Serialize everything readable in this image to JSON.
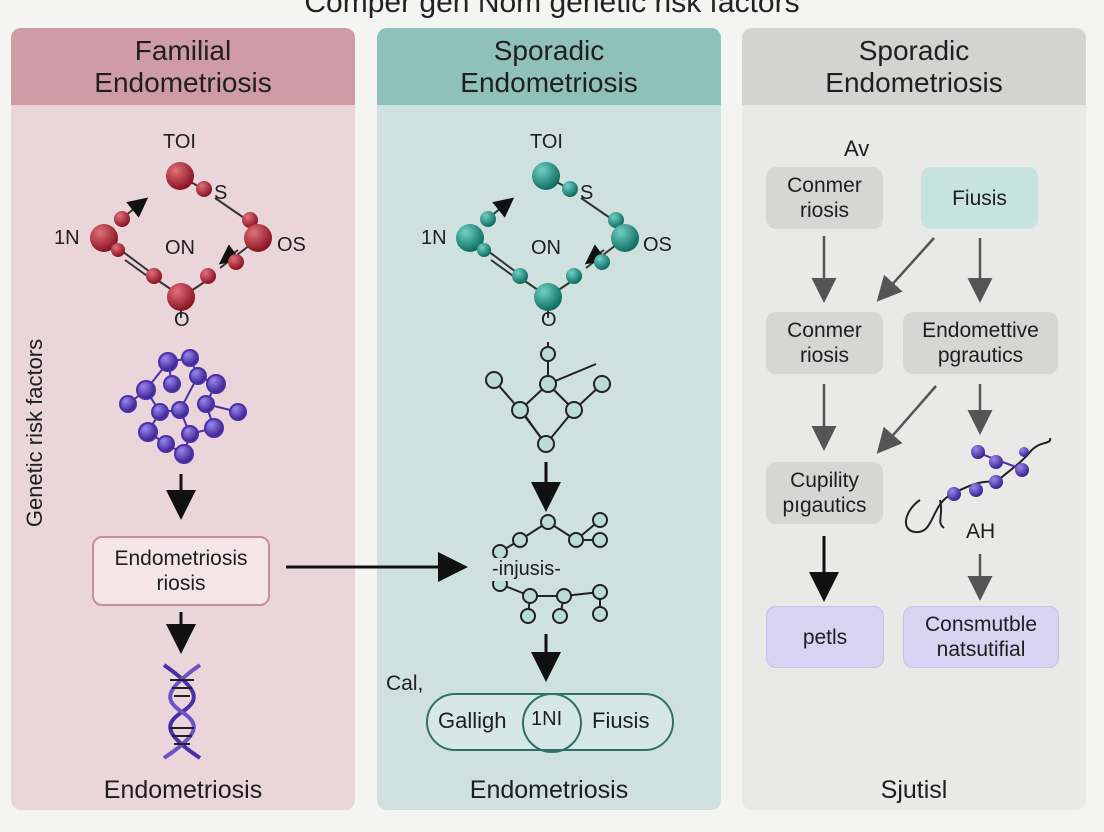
{
  "title": "Comper gen Nom genetic risk factors",
  "side_label": "Genetic risk factors",
  "panels": [
    {
      "header": "Familial\nEndometriosis",
      "molecule_labels": {
        "top": "TOI",
        "left": "1N",
        "right_upper": "S",
        "center": "ON",
        "right": "OS",
        "bottom": "O"
      },
      "box": "Endometriosis\nriosis",
      "bottom": "Endometriosis"
    },
    {
      "header": "Sporadic\nEndometriosis",
      "molecule_labels": {
        "top": "TOI",
        "left": "1N",
        "right_upper": "S",
        "center": "ON",
        "right": "OS",
        "bottom": "O"
      },
      "middle_label": "-injusis-",
      "cal_label": "Cal,",
      "pill": {
        "left": "Galligh",
        "center": "1NI",
        "right": "Fiusis"
      },
      "bottom": "Endometriosis"
    },
    {
      "header": "Sporadic\nEndometriosis",
      "top_label": "Av",
      "boxes": {
        "r1_left": "Conmer\nriosis",
        "r1_right": "Fiusis",
        "r2_left": "Conmer\nriosis",
        "r2_right": "Endomettive\npgrautics",
        "r3_left": "Cupility\npıgautics",
        "r3_right_label": "AH",
        "r4_left": "petls",
        "r4_right": "Consmutble\nnatsutifial"
      },
      "bottom": "Sjutisl"
    }
  ],
  "colors": {
    "familial_header": "#cf9ba4",
    "familial_bg": "#ead5da",
    "sporadic_header": "#8fc0b9",
    "sporadic_bg": "#cfe1df",
    "third_header": "#d3d3d2",
    "third_bg": "#e9e9e8",
    "maroon_atom": "#9b1f2e",
    "teal_atom": "#1f8a7e",
    "purple_atom": "#4a2fa8"
  }
}
